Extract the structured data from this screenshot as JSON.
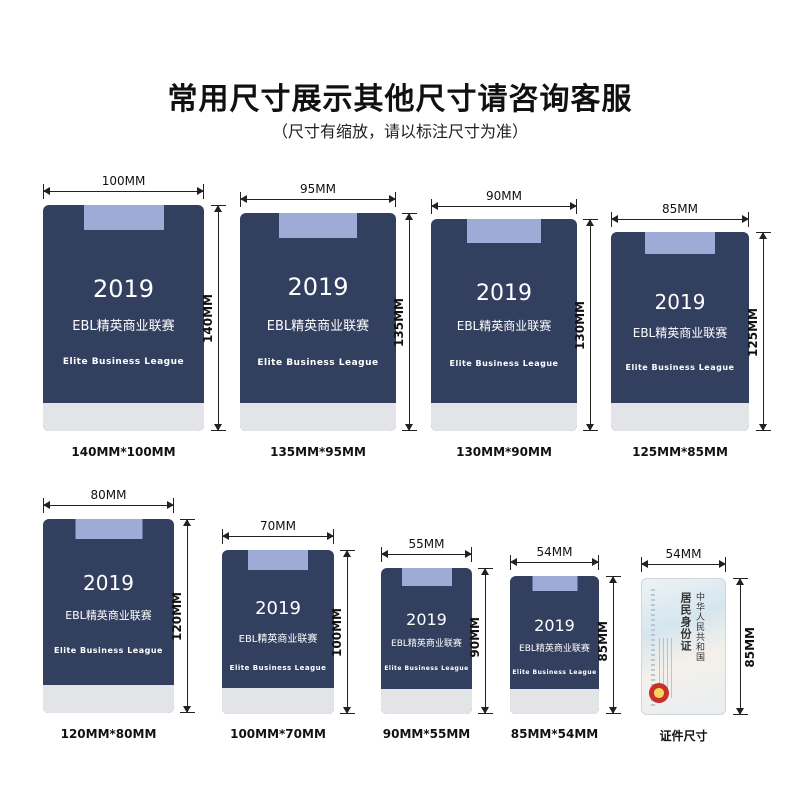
{
  "header": {
    "title": "常用尺寸展示其他尺寸请咨询客服",
    "subtitle": "（尺寸有缩放，请以标注尺寸为准）"
  },
  "card_text": {
    "year": "2019",
    "cn": "EBL精英商业联赛",
    "en": "Elite Business League"
  },
  "colors": {
    "card": "#323f5e",
    "clip": "#9eabd6",
    "bottom": "#e3e4e8"
  },
  "items": [
    {
      "width_label": "100MM",
      "height_label": "140MM",
      "caption": "140MM*100MM"
    },
    {
      "width_label": "95MM",
      "height_label": "135MM",
      "caption": "135MM*95MM"
    },
    {
      "width_label": "90MM",
      "height_label": "130MM",
      "caption": "130MM*90MM"
    },
    {
      "width_label": "85MM",
      "height_label": "125MM",
      "caption": "125MM*85MM"
    },
    {
      "width_label": "80MM",
      "height_label": "120MM",
      "caption": "120MM*80MM"
    },
    {
      "width_label": "70MM",
      "height_label": "100MM",
      "caption": "100MM*70MM"
    },
    {
      "width_label": "55MM",
      "height_label": "90MM",
      "caption": "90MM*55MM"
    },
    {
      "width_label": "54MM",
      "height_label": "85MM",
      "caption": "85MM*54MM"
    }
  ],
  "id_card": {
    "width_label": "54MM",
    "height_label": "85MM",
    "caption": "证件尺寸",
    "text_country": "中华人民共和国",
    "text_title": "居民身份证"
  }
}
